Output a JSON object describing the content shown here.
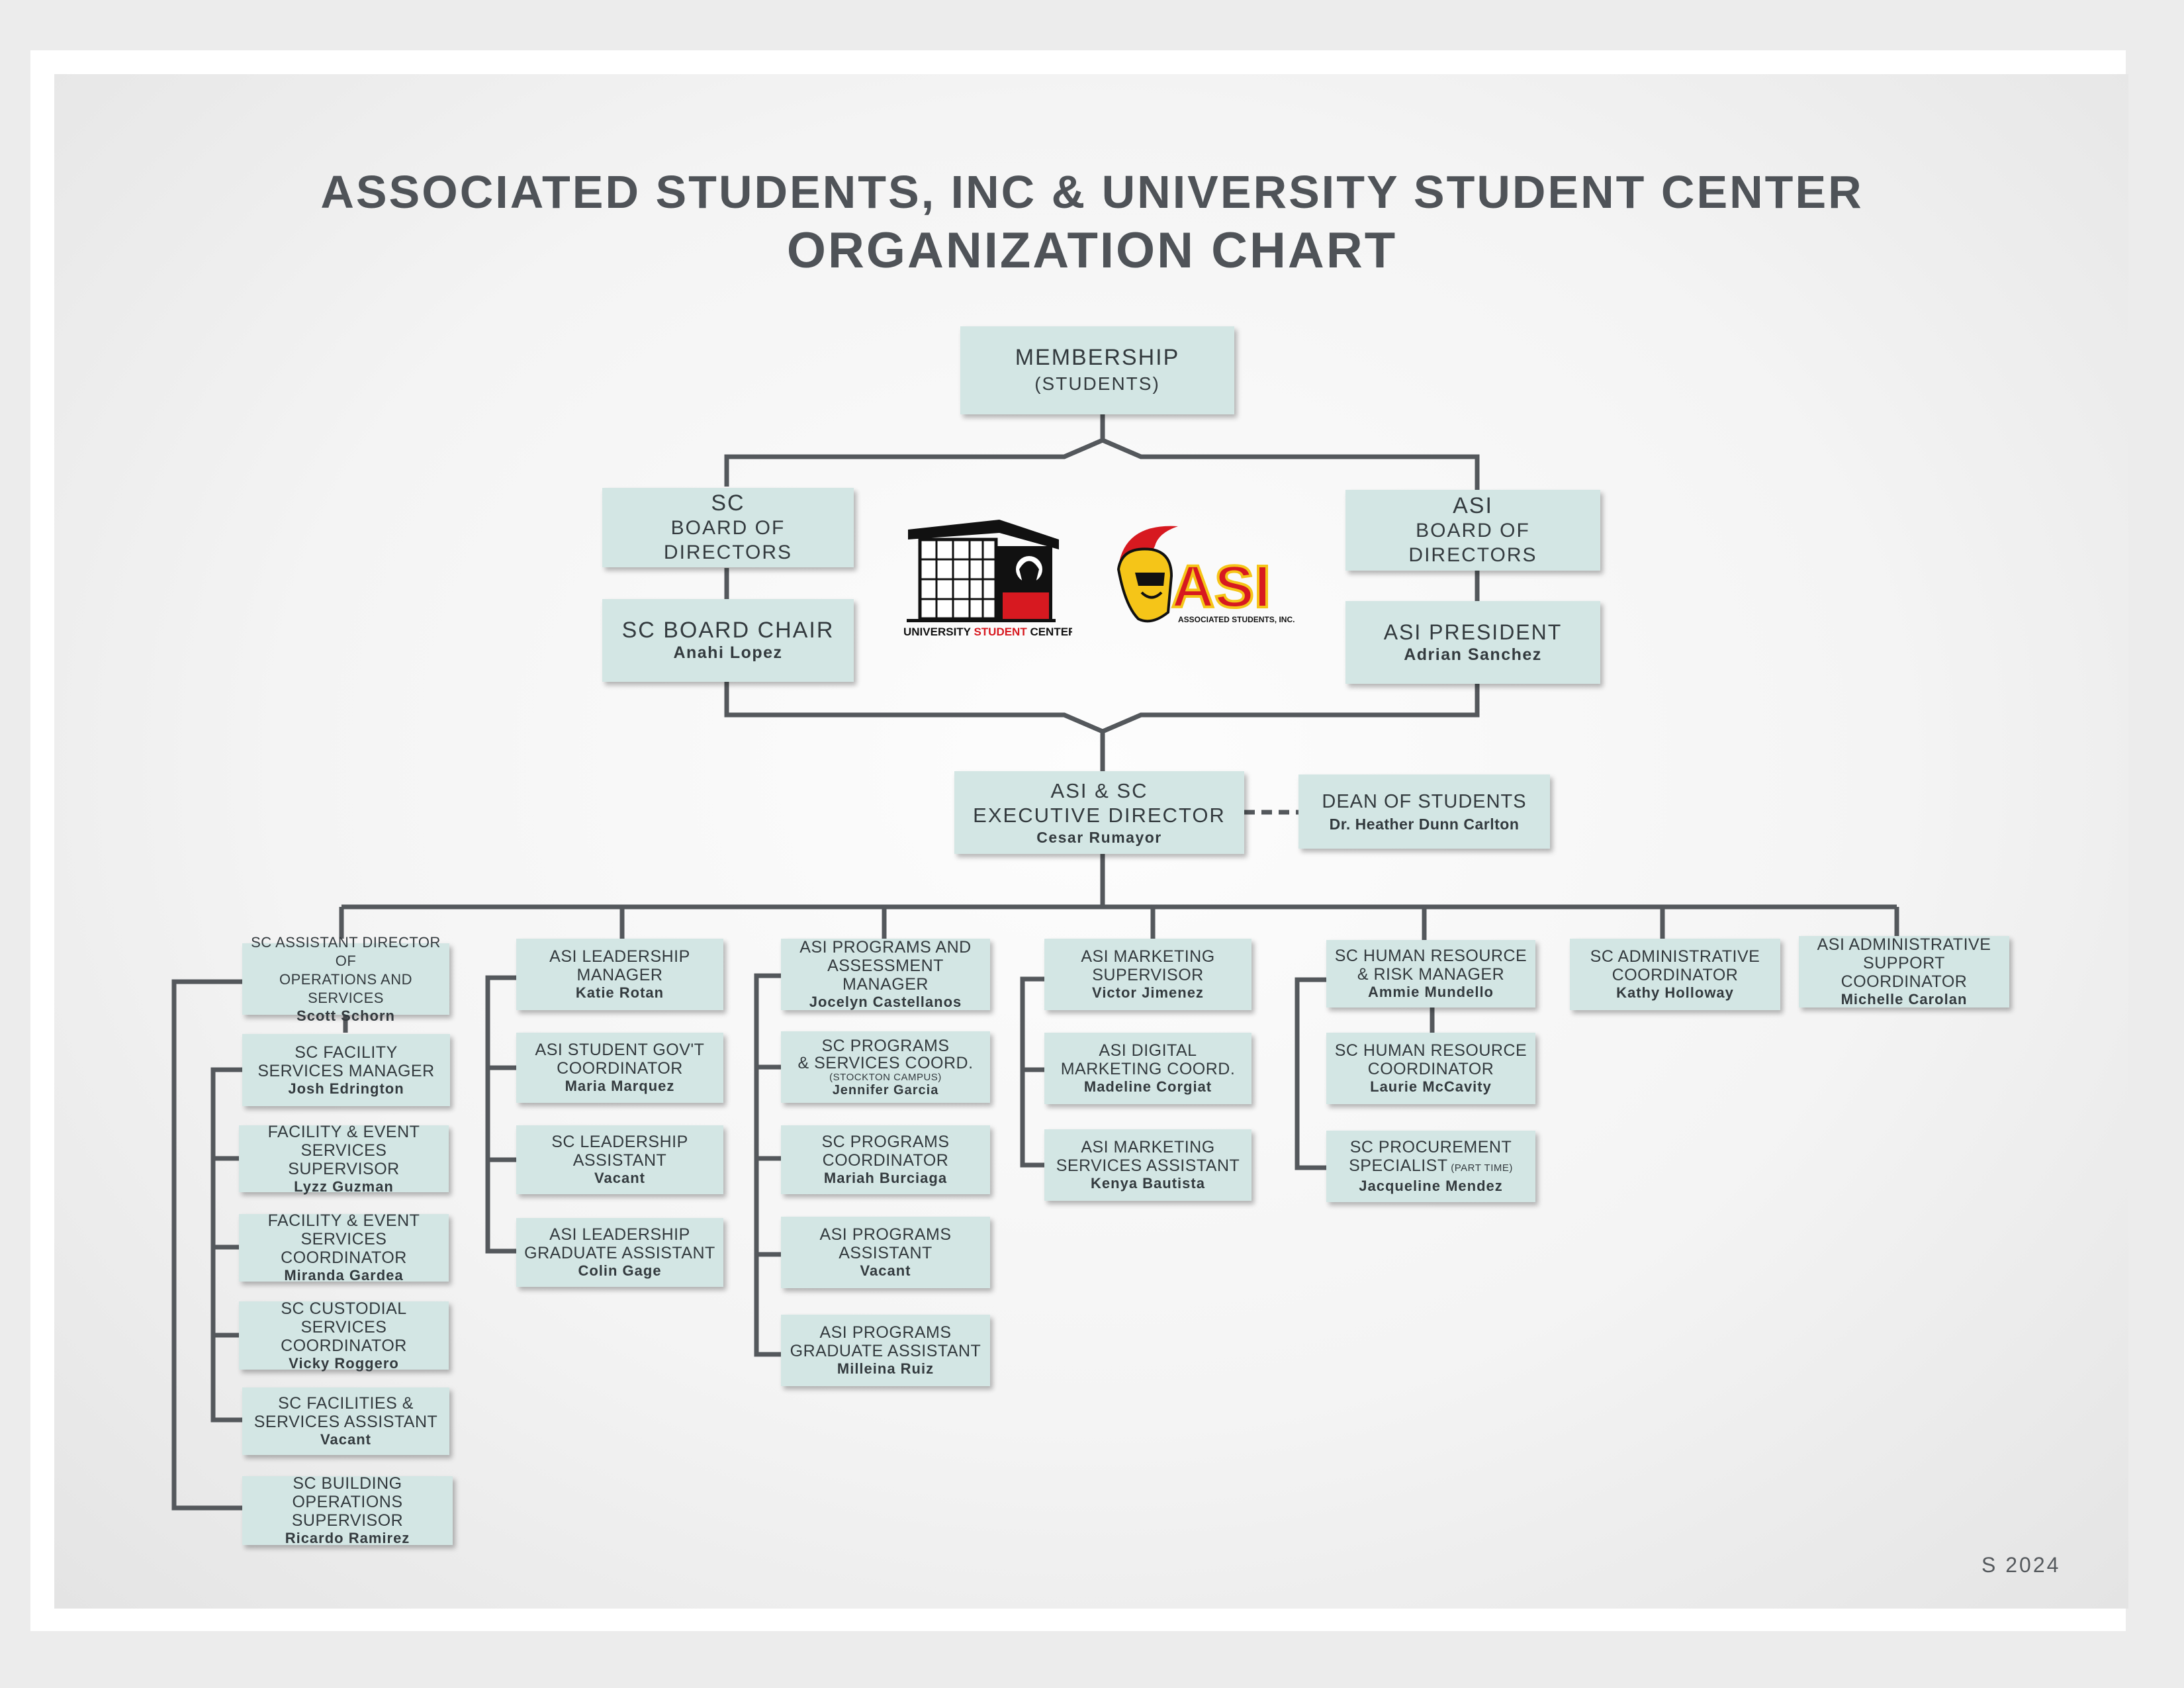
{
  "title": {
    "line1": "ASSOCIATED STUDENTS, INC & UNIVERSITY STUDENT CENTER",
    "line2": "ORGANIZATION CHART"
  },
  "membership": {
    "title": "MEMBERSHIP",
    "sub": "(STUDENTS)"
  },
  "sc_board": {
    "line1": "SC",
    "line2": "BOARD OF DIRECTORS"
  },
  "sc_chair": {
    "title": "SC BOARD CHAIR",
    "name": "Anahi Lopez"
  },
  "asi_board": {
    "line1": "ASI",
    "line2": "BOARD OF DIRECTORS"
  },
  "asi_president": {
    "title": "ASI PRESIDENT",
    "name": "Adrian Sanchez"
  },
  "logos": {
    "usc_text_a": "UNIVERSITY ",
    "usc_text_b": "STUDENT",
    "usc_text_c": " CENTER",
    "asi_text": "ASI",
    "asi_sub": "ASSOCIATED STUDENTS, INC."
  },
  "exec": {
    "line1": "ASI & SC",
    "line2": "EXECUTIVE DIRECTOR",
    "name": "Cesar Rumayor"
  },
  "dean": {
    "title": "DEAN OF STUDENTS",
    "name": "Dr. Heather Dunn Carlton"
  },
  "col1": [
    {
      "l1": "SC ASSISTANT DIRECTOR OF",
      "l2": "OPERATIONS AND SERVICES",
      "name": "Scott Schorn"
    },
    {
      "l1": "SC FACILITY",
      "l2": "SERVICES MANAGER",
      "name": "Josh Edrington"
    },
    {
      "l1": "FACILITY & EVENT",
      "l2": "SERVICES SUPERVISOR",
      "name": "Lyzz Guzman"
    },
    {
      "l1": "FACILITY & EVENT",
      "l2": "SERVICES COORDINATOR",
      "name": "Miranda Gardea"
    },
    {
      "l1": "SC CUSTODIAL",
      "l2": "SERVICES COORDINATOR",
      "name": "Vicky Roggero"
    },
    {
      "l1": "SC FACILITIES &",
      "l2": "SERVICES ASSISTANT",
      "name": "Vacant"
    },
    {
      "l1": "SC BUILDING",
      "l2": "OPERATIONS SUPERVISOR",
      "name": "Ricardo Ramirez"
    }
  ],
  "col2": [
    {
      "l1": "ASI LEADERSHIP",
      "l2": "MANAGER",
      "name": "Katie Rotan"
    },
    {
      "l1": "ASI STUDENT GOV'T",
      "l2": "COORDINATOR",
      "name": "Maria Marquez"
    },
    {
      "l1": "SC LEADERSHIP",
      "l2": "ASSISTANT",
      "name": "Vacant"
    },
    {
      "l1": "ASI LEADERSHIP",
      "l2": "GRADUATE ASSISTANT",
      "name": "Colin Gage"
    }
  ],
  "col3": [
    {
      "l1": "ASI PROGRAMS AND",
      "l2": "ASSESSMENT MANAGER",
      "name": "Jocelyn Castellanos"
    },
    {
      "l1": "SC PROGRAMS",
      "l2": "& SERVICES COORD.",
      "l3": "(STOCKTON CAMPUS)",
      "name": "Jennifer Garcia"
    },
    {
      "l1": "SC PROGRAMS",
      "l2": "COORDINATOR",
      "name": "Mariah Burciaga"
    },
    {
      "l1": "ASI PROGRAMS",
      "l2": "ASSISTANT",
      "name": "Vacant"
    },
    {
      "l1": "ASI PROGRAMS",
      "l2": "GRADUATE ASSISTANT",
      "name": "Milleina Ruiz"
    }
  ],
  "col4": [
    {
      "l1": "ASI MARKETING",
      "l2": "SUPERVISOR",
      "name": "Victor Jimenez"
    },
    {
      "l1": "ASI DIGITAL",
      "l2": "MARKETING COORD.",
      "name": "Madeline Corgiat"
    },
    {
      "l1": "ASI MARKETING",
      "l2": "SERVICES ASSISTANT",
      "name": "Kenya Bautista"
    }
  ],
  "col5": [
    {
      "l1": "SC HUMAN RESOURCE",
      "l2": "& RISK MANAGER",
      "name": "Ammie Mundello"
    },
    {
      "l1": "SC HUMAN RESOURCE",
      "l2": "COORDINATOR",
      "name": "Laurie McCavity"
    },
    {
      "l1": "SC PROCUREMENT",
      "l2": "SPECIALIST",
      "l2s": " (PART TIME)",
      "name": "Jacqueline Mendez"
    }
  ],
  "col6": {
    "l1": "SC ADMINISTRATIVE",
    "l2": "COORDINATOR",
    "name": "Kathy Holloway"
  },
  "col7": {
    "l1": "ASI ADMINISTRATIVE",
    "l2": "SUPPORT COORDINATOR",
    "name": "Michelle Carolan"
  },
  "footer": "S 2024",
  "colors": {
    "box": "#d3e6e4",
    "line": "#4f5358",
    "text": "#333a3e",
    "logo_red": "#d71920",
    "logo_gold": "#f5c518"
  }
}
